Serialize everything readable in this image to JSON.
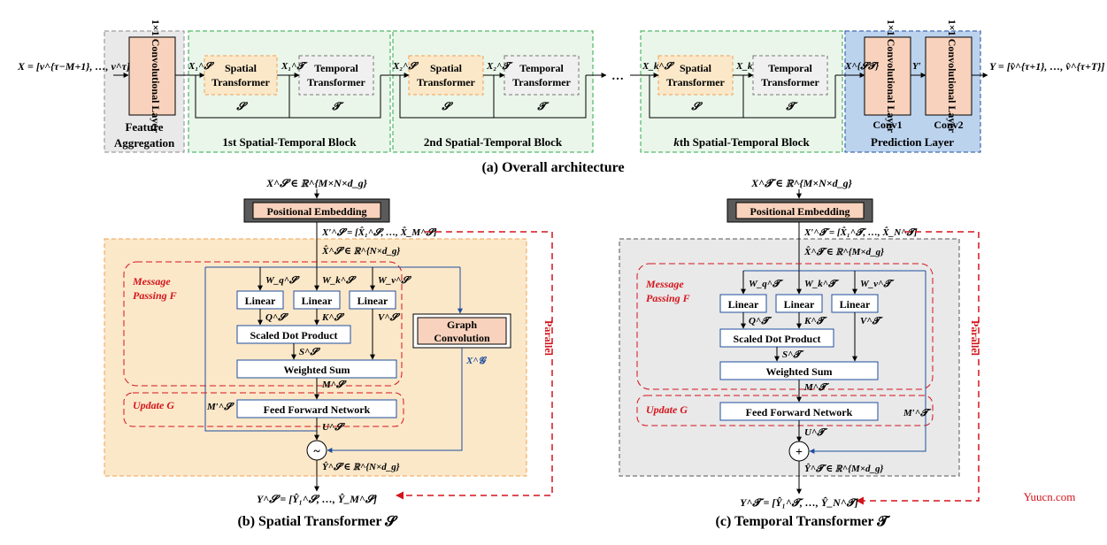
{
  "colors": {
    "orange_fill": "#fbe8c9",
    "orange_dash": "#f0a050",
    "peach_fill": "#f8d2bc",
    "green_dash": "#2aa84a",
    "green_fill": "#eaf6ea",
    "gray_fill": "#e9e9e9",
    "blue_fill": "#bcd3ee",
    "blue_line": "#1f4e9e",
    "red_dash": "#d4141c",
    "dark_box": "#5a5a5a"
  },
  "top": {
    "input_label": "X = [v^{τ−M+1}, …, v^τ]",
    "feature_layer": "1×1 Convolutional Layer",
    "feature_caption_1": "Feature",
    "feature_caption_2": "Aggregation",
    "spatial_1": "Spatial",
    "spatial_2": "Transformer",
    "temporal_1": "Temporal",
    "temporal_2": "Transformer",
    "s_symbol": "𝓢",
    "t_symbol": "𝓣",
    "x1s": "X₁^𝓢",
    "x1t": "X₁^𝓣",
    "x2s": "X₂^𝓢",
    "x2t": "X₂^𝓣",
    "xks": "X_k^𝓢",
    "xkt": "X_k^𝓣",
    "ellipsis": "…",
    "block1": "1st Spatial-Temporal Block",
    "block2": "2nd Spatial-Temporal Block",
    "blockk_k": "k",
    "blockk_rest": "th Spatial-Temporal Block",
    "xst": "X^{𝓢𝓣}",
    "conv_layer": "1×1 Convolutional Layer",
    "conv1": "Conv1",
    "conv2": "Conv2",
    "yprime": "Y′",
    "prediction": "Prediction Layer",
    "output_label": "Y = [v̂^{τ+1}, …, v̂^{τ+T}]",
    "caption_a": "(a) Overall architecture"
  },
  "spatial": {
    "input": "X^𝓢 ∈ ℝ^{M×N×d_g}",
    "pos_emb": "Positional Embedding",
    "xprime": "X′^𝓢 = [X̂₁^𝓢, …, X̂_M^𝓢]",
    "xhat": "X̂^𝓢 ∈ ℝ^{N×d_g}",
    "message_1": "Message",
    "message_2": "Passing F",
    "wq": "W_q^𝓢",
    "wk": "W_k^𝓢",
    "wv": "W_v^𝓢",
    "linear": "Linear",
    "q": "Q^𝓢",
    "k": "K^𝓢",
    "v": "V^𝓢",
    "sdp": "Scaled Dot Product",
    "s": "S^𝓢",
    "wsum": "Weighted Sum",
    "m": "M^𝓢",
    "mprime": "M′^𝓢",
    "graph_1": "Graph",
    "graph_2": "Convolution",
    "xg": "X^𝓖",
    "update": "Update G",
    "ffn": "Feed Forward Network",
    "u": "U^𝓢",
    "op": "~",
    "yhat": "Ŷ^𝓢 ∈ ℝ^{N×d_g}",
    "output": "Y^𝓢 = [Ŷ₁^𝓢, …, Ŷ_M^𝓢]",
    "parallel": "Parallel",
    "caption": "(b) Spatial Transformer 𝓢"
  },
  "temporal": {
    "input": "X^𝓣 ∈ ℝ^{M×N×d_g}",
    "pos_emb": "Positional Embedding",
    "xprime": "X′^𝓣 = [X̂₁^𝓣, …, X̂_N^𝓣]",
    "xhat": "X̂^𝓣 ∈ ℝ^{M×d_g}",
    "message_1": "Message",
    "message_2": "Passing F",
    "wq": "W_q^𝓣",
    "wk": "W_k^𝓣",
    "wv": "W_v^𝓣",
    "linear": "Linear",
    "q": "Q^𝓣",
    "k": "K^𝓣",
    "v": "V^𝓣",
    "sdp": "Scaled Dot Product",
    "s": "S^𝓣",
    "wsum": "Weighted Sum",
    "m": "M^𝓣",
    "mprime": "M′^𝓣",
    "update": "Update G",
    "ffn": "Feed Forward Network",
    "u": "U^𝓣",
    "op": "+",
    "yhat": "Ŷ^𝓣 ∈ ℝ^{M×d_g}",
    "output": "Y^𝓣 = [Ŷ₁^𝓣, …, Ŷ_N^𝓣]",
    "parallel": "Parallel",
    "caption": "(c) Temporal Transformer 𝓣"
  },
  "watermark": "Yuucn.com"
}
